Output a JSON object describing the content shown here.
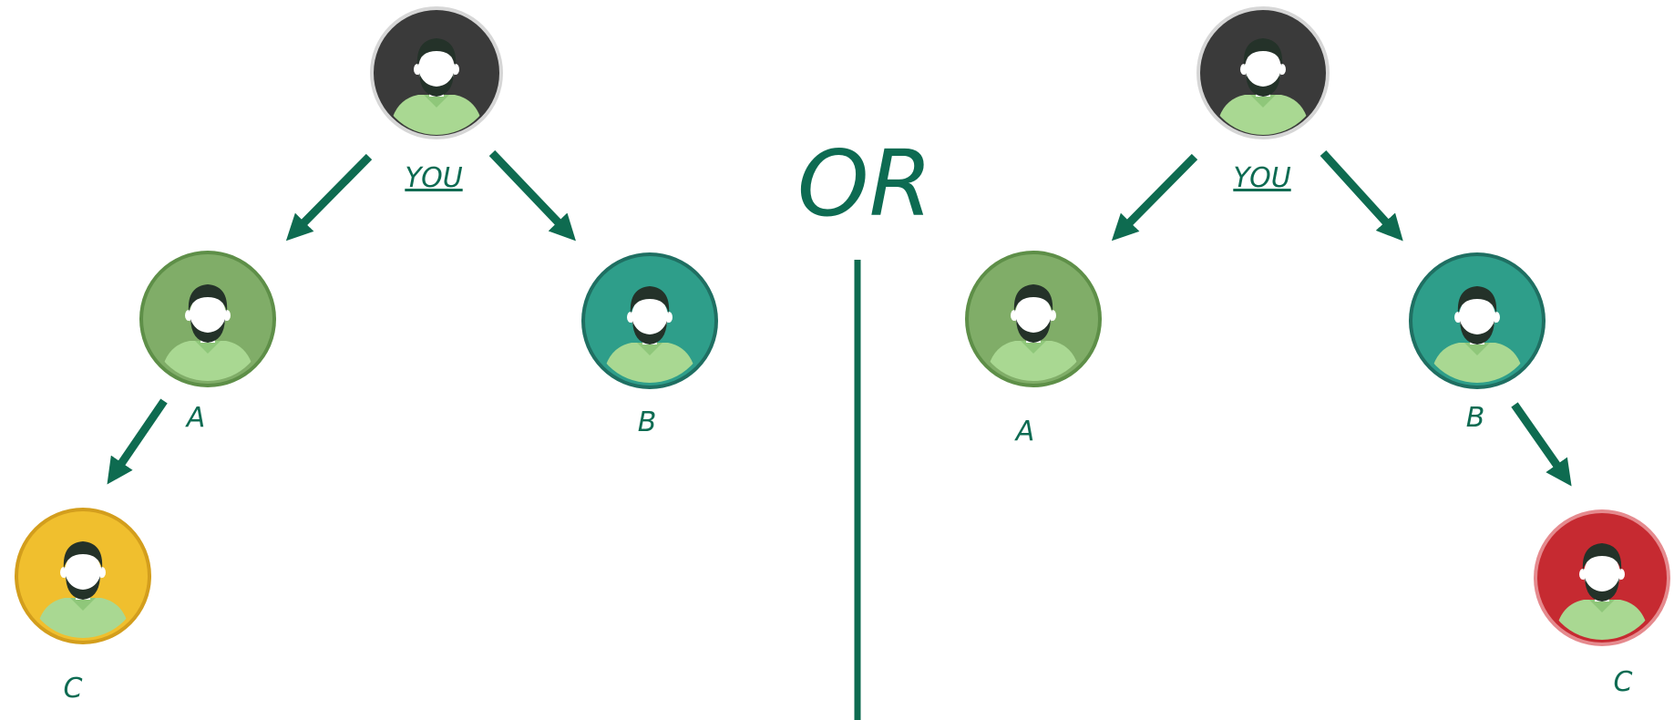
{
  "colors": {
    "arrow": "#0e6b50",
    "label": "#0d6b52",
    "you": "#3a3a3a",
    "a": "#80ad68",
    "b": "#2e9e8a",
    "c_left": "#f0bf2e",
    "c_right": "#c62a31",
    "shirt": "#a9d892",
    "face": "#ffffff",
    "hair": "#243229"
  },
  "divider_label": "OR",
  "left": {
    "you_label": "YOU",
    "a_label": "A",
    "b_label": "B",
    "c_label": "C"
  },
  "right": {
    "you_label": "YOU",
    "a_label": "A",
    "b_label": "B",
    "c_label": "C"
  }
}
